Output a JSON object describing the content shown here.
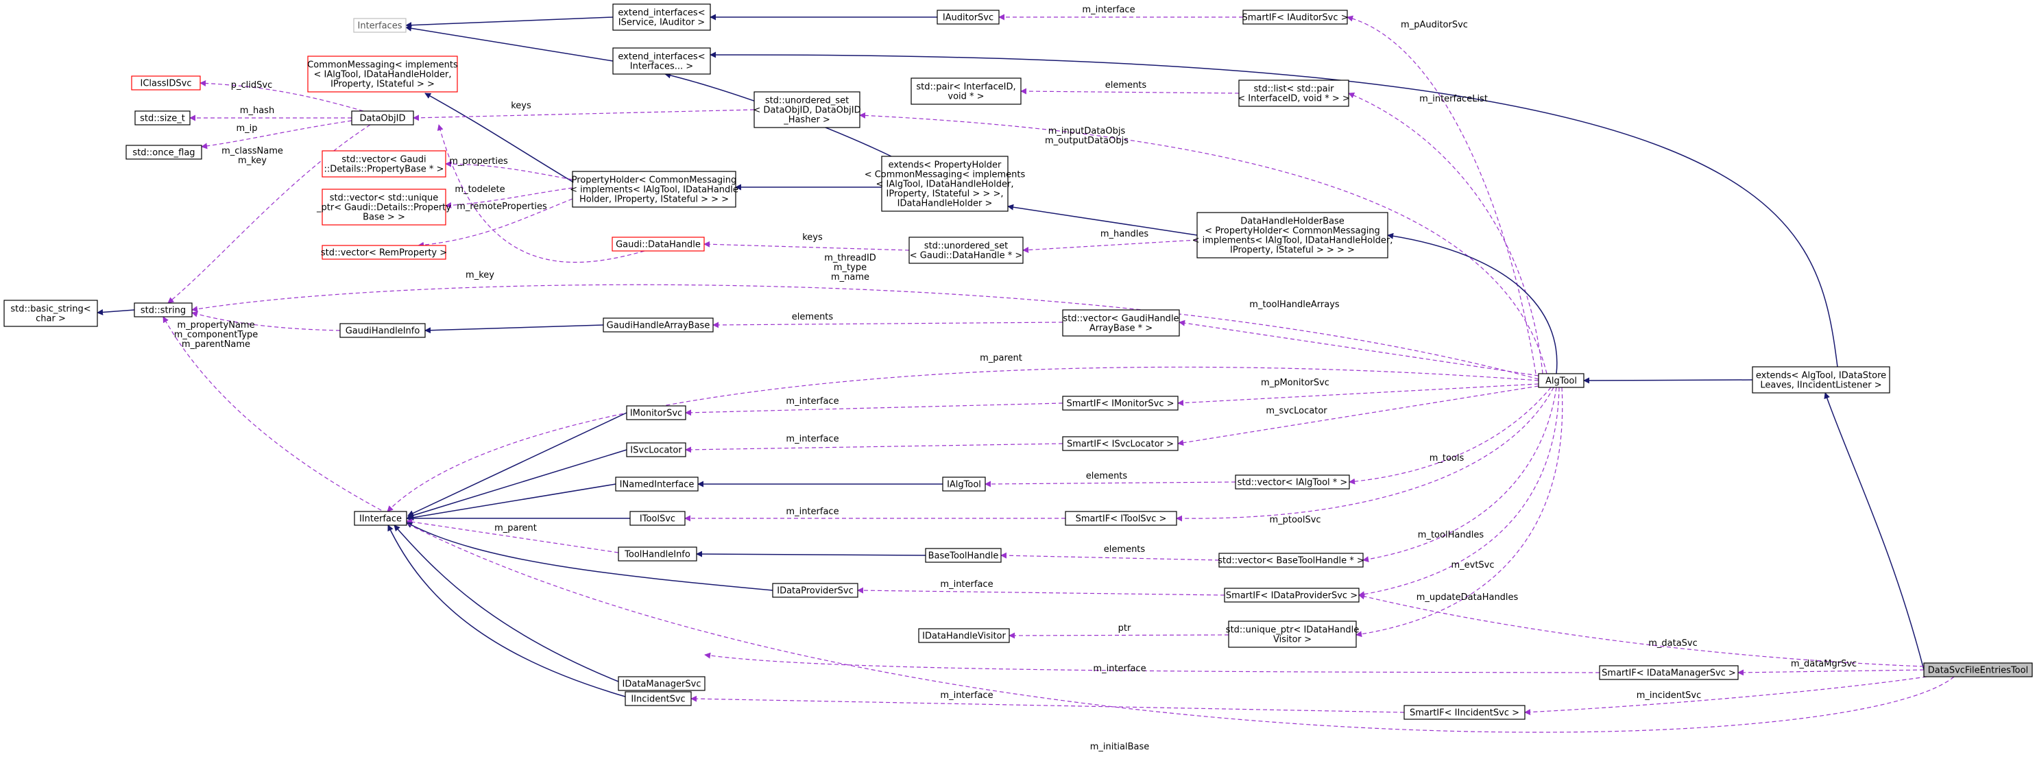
{
  "colors": {
    "inheritance_edge": "#191970",
    "usage_edge": "#9a32cd",
    "missing_class_border": "#ff0000",
    "external_class_border": "#bfbfbf",
    "focus_fill": "#bfbfbf"
  },
  "nodes": {
    "Interfaces": [
      "Interfaces"
    ],
    "extIAud": [
      "extend_interfaces<",
      "IService, IAuditor >"
    ],
    "IAuditorSvc": [
      "IAuditorSvc"
    ],
    "SmartIFAud": [
      "SmartIF< IAuditorSvc >"
    ],
    "extInterfaces": [
      "extend_interfaces<",
      "Interfaces... >"
    ],
    "CommonMessaging": [
      "CommonMessaging< implements",
      "< IAlgTool, IDataHandleHolder,",
      "IProperty, IStateful > >"
    ],
    "IClassIDSvc": [
      "IClassIDSvc"
    ],
    "size_t": [
      "std::size_t"
    ],
    "once_flag": [
      "std::once_flag"
    ],
    "DataObjID": [
      "DataObjID"
    ],
    "unordered_set_obj": [
      "std::unordered_set",
      "< DataObjID, DataObjID",
      "_Hasher >"
    ],
    "pair": [
      "std::pair< InterfaceID,",
      "void * >"
    ],
    "list": [
      "std::list< std::pair",
      "< InterfaceID, void * > >"
    ],
    "vec_propbase": [
      "std::vector< Gaudi",
      "::Details::PropertyBase * >"
    ],
    "vec_unique": [
      "std::vector< std::unique",
      "_ptr< Gaudi::Details::Property",
      "Base > >"
    ],
    "vec_remprop": [
      "std::vector< RemProperty >"
    ],
    "PropertyHolder": [
      "PropertyHolder< CommonMessaging",
      "< implements< IAlgTool, IDataHandle",
      "Holder, IProperty, IStateful > > >"
    ],
    "extendsPH": [
      "extends< PropertyHolder",
      "< CommonMessaging< implements",
      "< IAlgTool, IDataHandleHolder,",
      "IProperty, IStateful > > >,",
      "IDataHandleHolder >"
    ],
    "DataHandleHolderBase": [
      "DataHandleHolderBase",
      "< PropertyHolder< CommonMessaging",
      "< implements< IAlgTool, IDataHandleHolder,",
      "IProperty, IStateful > > > >"
    ],
    "GaudiDataHandle": [
      "Gaudi::DataHandle"
    ],
    "unordered_set_dh": [
      "std::unordered_set",
      "< Gaudi::DataHandle * >"
    ],
    "basic_string": [
      "std::basic_string<",
      "char >"
    ],
    "string": [
      "std::string"
    ],
    "GaudiHandleInfo": [
      "GaudiHandleInfo"
    ],
    "GaudiHandleArrayBase": [
      "GaudiHandleArrayBase"
    ],
    "vec_gha": [
      "std::vector< GaudiHandle",
      "ArrayBase * >"
    ],
    "AlgTool": [
      "AlgTool"
    ],
    "extendsAlgTool": [
      "extends< AlgTool, IDataStore",
      "Leaves, IIncidentListener >"
    ],
    "IMonitorSvc": [
      "IMonitorSvc"
    ],
    "SmartIFMon": [
      "SmartIF< IMonitorSvc >"
    ],
    "ISvcLocator": [
      "ISvcLocator"
    ],
    "SmartIFSvcLoc": [
      "SmartIF< ISvcLocator >"
    ],
    "INamedInterface": [
      "INamedInterface"
    ],
    "IAlgTool": [
      "IAlgTool"
    ],
    "vec_ialgtool": [
      "std::vector< IAlgTool * >"
    ],
    "IInterface": [
      "IInterface"
    ],
    "IToolSvc": [
      "IToolSvc"
    ],
    "SmartIFTool": [
      "SmartIF< IToolSvc >"
    ],
    "ToolHandleInfo": [
      "ToolHandleInfo"
    ],
    "BaseToolHandle": [
      "BaseToolHandle"
    ],
    "vec_bth": [
      "std::vector< BaseToolHandle * >"
    ],
    "IDataProviderSvc": [
      "IDataProviderSvc"
    ],
    "SmartIFDP": [
      "SmartIF< IDataProviderSvc >"
    ],
    "IDataHandleVisitor": [
      "IDataHandleVisitor"
    ],
    "unique_visitor": [
      "std::unique_ptr< IDataHandle",
      "Visitor >"
    ],
    "IDataManagerSvc": [
      "IDataManagerSvc"
    ],
    "SmartIFDM": [
      "SmartIF< IDataManagerSvc >"
    ],
    "IIncidentSvc": [
      "IIncidentSvc"
    ],
    "SmartIFInc": [
      "SmartIF< IIncidentSvc >"
    ],
    "DataSvcFileEntriesTool": [
      "DataSvcFileEntriesTool"
    ]
  },
  "edge_labels": {
    "m_interface_aud": [
      "m_interface"
    ],
    "m_pAuditorSvc": [
      "m_pAuditorSvc"
    ],
    "p_clidSvc": [
      "p_clidSvc"
    ],
    "m_hash": [
      "m_hash"
    ],
    "m_ip": [
      "m_ip"
    ],
    "m_className": [
      "m_className",
      "m_key"
    ],
    "keys_obj": [
      "keys"
    ],
    "elements_pair": [
      "elements"
    ],
    "m_interfaceList": [
      "m_interfaceList"
    ],
    "m_inout": [
      "m_inputDataObjs",
      "m_outputDataObjs"
    ],
    "m_properties": [
      "m_properties"
    ],
    "m_todelete": [
      "m_todelete"
    ],
    "m_remoteProperties": [
      "m_remoteProperties"
    ],
    "m_key_dh": [
      "m_key"
    ],
    "keys_dh": [
      "keys"
    ],
    "m_handles": [
      "m_handles"
    ],
    "m_thread": [
      "m_threadID",
      "m_type",
      "m_name"
    ],
    "m_prop": [
      "m_propertyName",
      "m_componentType",
      "m_parentName"
    ],
    "elements_gha": [
      "elements"
    ],
    "m_toolHandleArrays": [
      "m_toolHandleArrays"
    ],
    "m_parent_alg": [
      "m_parent"
    ],
    "m_pMonitorSvc": [
      "m_pMonitorSvc"
    ],
    "m_interface_mon": [
      "m_interface"
    ],
    "m_svcLocator": [
      "m_svcLocator"
    ],
    "m_interface_svc": [
      "m_interface"
    ],
    "m_tools": [
      "m_tools"
    ],
    "elements_ialg": [
      "elements"
    ],
    "m_parent_thi": [
      "m_parent"
    ],
    "m_interface_tool": [
      "m_interface"
    ],
    "m_ptoolSvc": [
      "m_ptoolSvc"
    ],
    "m_toolHandles": [
      "m_toolHandles"
    ],
    "elements_bth": [
      "elements"
    ],
    "m_evtSvc": [
      "m_evtSvc"
    ],
    "m_interface_dp": [
      "m_interface"
    ],
    "m_updateDataHandles": [
      "m_updateDataHandles"
    ],
    "ptr": [
      "ptr"
    ],
    "m_dataSvc": [
      "m_dataSvc"
    ],
    "m_interface_dm": [
      "m_interface"
    ],
    "m_dataMgrSvc": [
      "m_dataMgrSvc"
    ],
    "m_interface_inc": [
      "m_interface"
    ],
    "m_incidentSvc": [
      "m_incidentSvc"
    ],
    "m_initialBase": [
      "m_initialBase"
    ]
  }
}
